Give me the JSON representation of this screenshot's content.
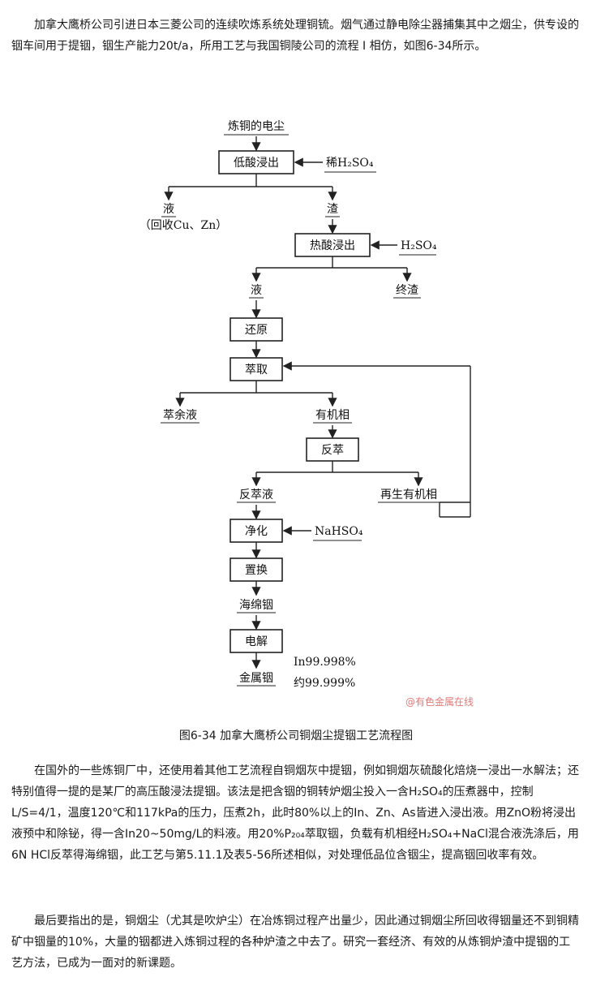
{
  "intro": "加拿大鹰桥公司引进日本三菱公司的连续吹炼系统处理铜锍。烟气通过静电除尘器捕集其中之烟尘，供专设的铟车间用于提铟，铟生产能力20t/a，所用工艺与我国铜陵公司的流程 Ⅰ 相仿，如图6-34所示。",
  "flow": {
    "source": "炼铜的电尘",
    "low_acid": "低酸浸出",
    "dilute_acid": "稀H₂SO₄",
    "liquid_1": "液",
    "liquid_1_note": "（回收Cu、Zn）",
    "residue": "渣",
    "hot_acid": "热酸浸出",
    "h2so4": "H₂SO₄",
    "liquid_2": "液",
    "final_residue": "终渣",
    "reduce": "还原",
    "extract": "萃取",
    "raffinate": "萃余液",
    "organic": "有机相",
    "strip": "反萃",
    "strip_liquor": "反萃液",
    "regen_organic": "再生有机相",
    "purify": "净化",
    "nahso4": "NaHSO₄",
    "replace": "置换",
    "sponge": "海绵铟",
    "electrolysis": "电解",
    "purity_1": "In99.998%",
    "purity_2": "约99.999%",
    "metal": "金属铟",
    "watermark": "@有色金属在线"
  },
  "caption": "图6-34 加拿大鹰桥公司铜烟尘提铟工艺流程图",
  "para2": "在国外的一些炼铜厂中，还使用着其他工艺流程自铜烟灰中提铟，例如铜烟灰硫酸化焙烧一浸出一水解法；还特别值得一提的是某厂的高压酸浸法提铟。该法是把含铟的铜转炉烟尘投入一含H₂SO₄的压煮器中，控制L/S=4/1，温度120℃和117kPa的压力，压煮2h，此时80%以上的In、Zn、As皆进入浸出液。用ZnO粉将浸出液预中和除铋，得一含In20~50mg/L的料液。用20%P₂₀₄萃取铟，负载有机相经H₂SO₄+NaCl混合液洗涤后，用6N HCl反萃得海绵铟，此工艺与第5.11.1及表5-56所述相似，对处理低品位含铟尘，提高铟回收率有效。",
  "para3": "最后要指出的是，铜烟尘（尤其是吹炉尘）在冶炼铜过程产出量少，因此通过铜烟尘所回收得铟量还不到铜精矿中铟量的10%，大量的铟都进入炼铜过程的各种炉渣之中去了。研究一套经济、有效的从炼铜炉渣中提铟的工艺方法，已成为一面对的新课题。"
}
